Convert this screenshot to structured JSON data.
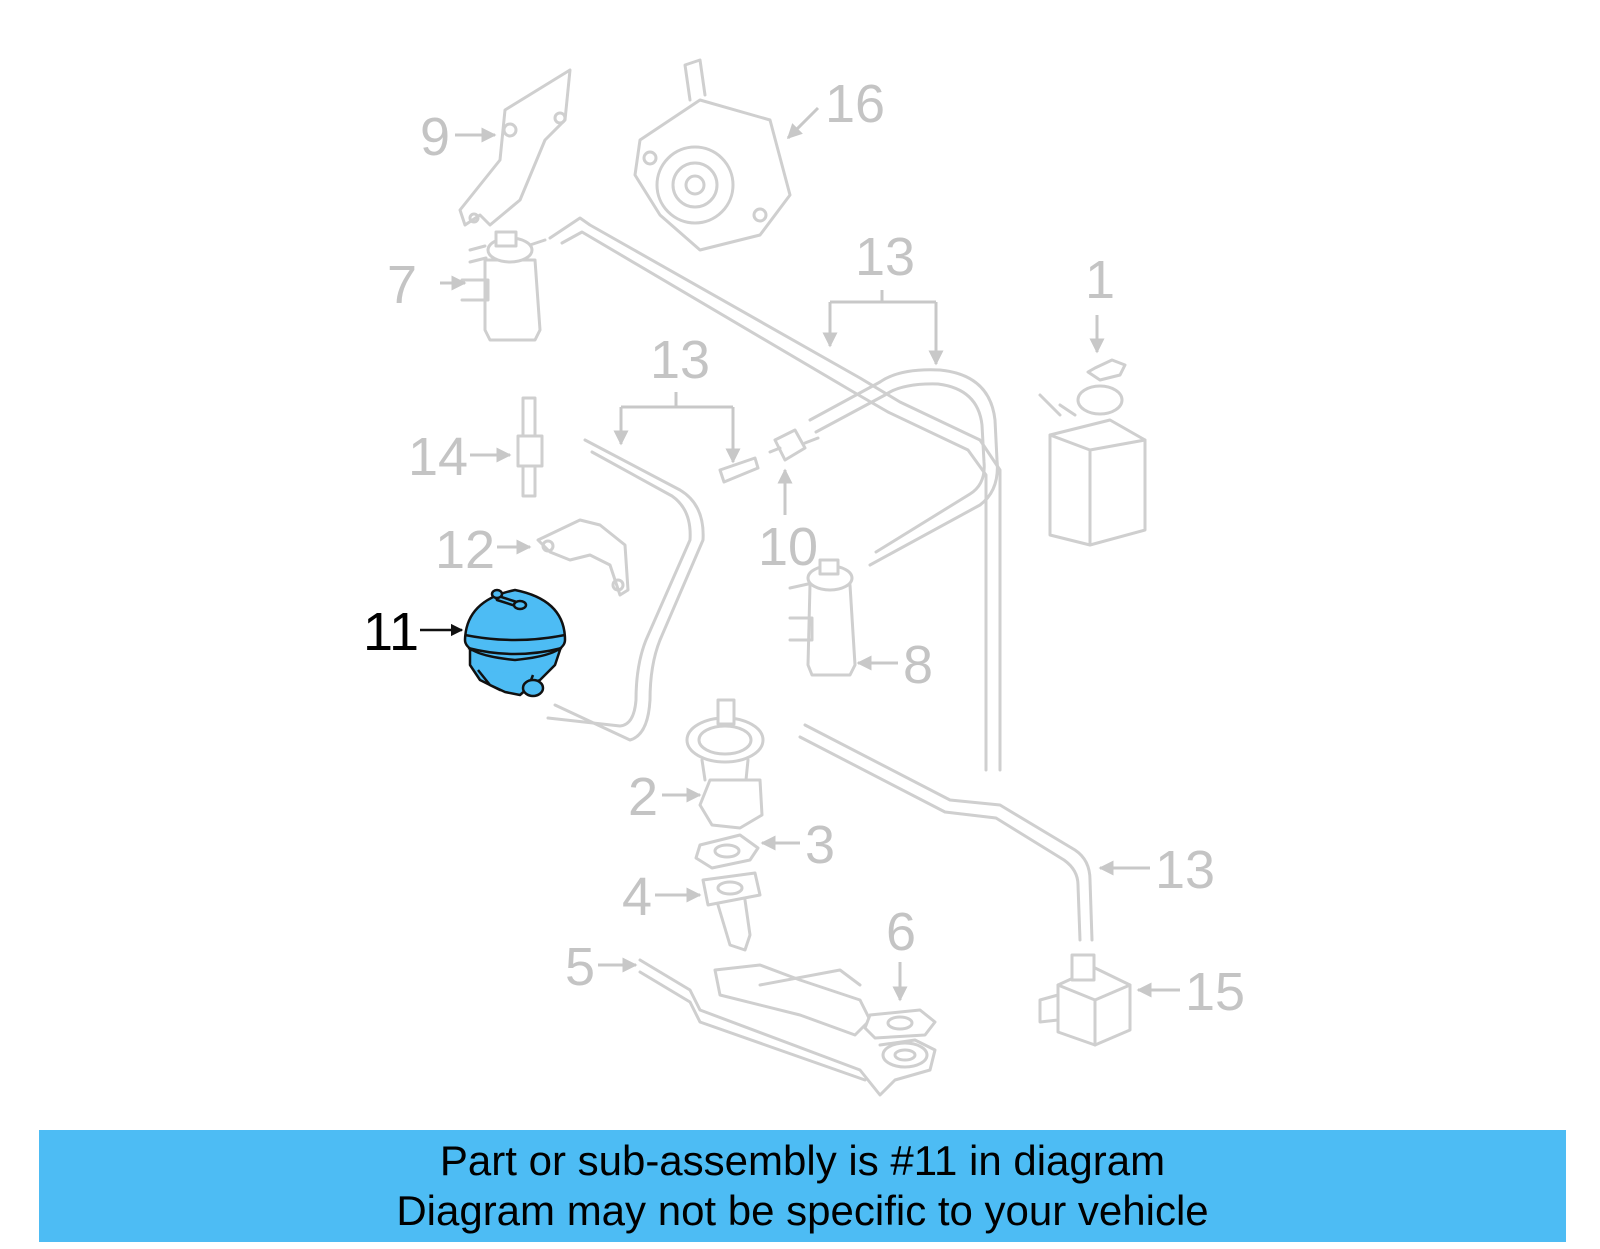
{
  "callouts": {
    "c1": "1",
    "c2": "2",
    "c3": "3",
    "c4": "4",
    "c5": "5",
    "c6": "6",
    "c7": "7",
    "c8": "8",
    "c9": "9",
    "c10": "10",
    "c11": "11",
    "c12": "12",
    "c13a": "13",
    "c13b": "13",
    "c13c": "13",
    "c14": "14",
    "c15": "15",
    "c16": "16"
  },
  "highlighted_part": "11",
  "colors": {
    "highlight": "#4dbcf4",
    "banner": "#4dbcf4",
    "faded_parts": "#cfcfcf"
  },
  "banner": {
    "line1": "Part or sub-assembly is #11 in diagram",
    "line2": "Diagram may not be specific to your vehicle"
  }
}
